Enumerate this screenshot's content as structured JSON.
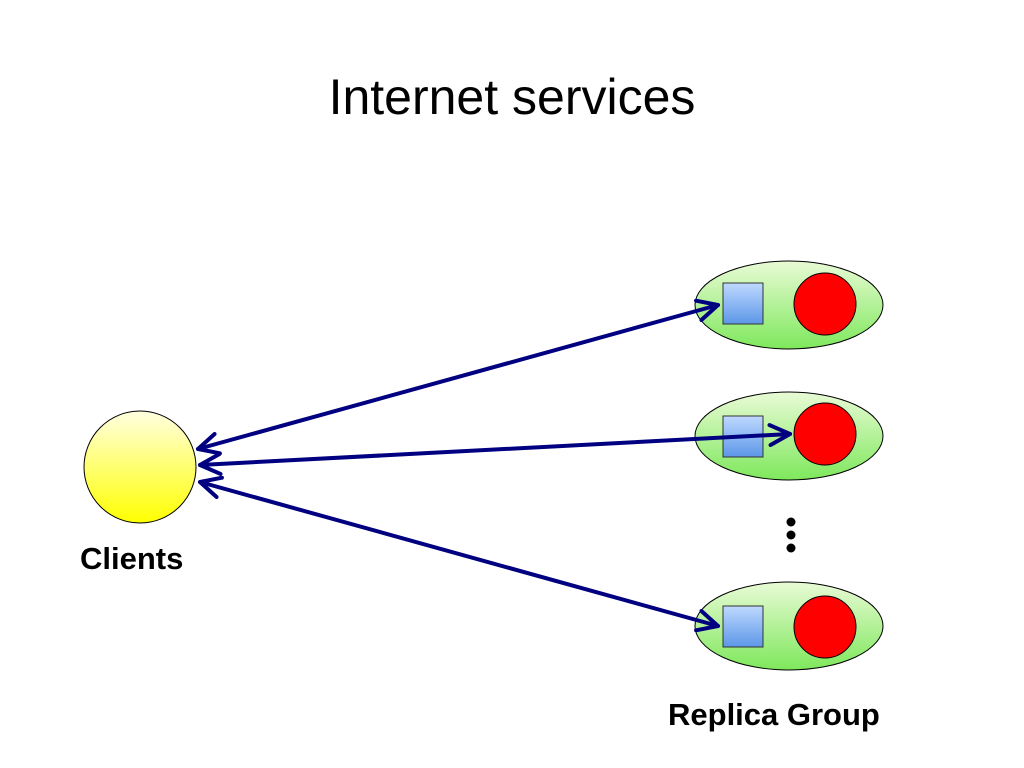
{
  "slide": {
    "title": "Internet services"
  },
  "labels": {
    "clients": "Clients",
    "replica_group": "Replica Group"
  },
  "colors": {
    "client_fill_top": "#FFFFE0",
    "client_fill_bottom": "#FFFF00",
    "replica_fill_top": "#E9FBD6",
    "replica_fill_bottom": "#7EE85C",
    "server_square_top": "#BFD9FF",
    "server_square_bottom": "#5C97E8",
    "database_circle": "#FF0000",
    "arrow": "#000080"
  },
  "icons": {
    "more_replicas": "vertical-ellipsis-icon"
  }
}
